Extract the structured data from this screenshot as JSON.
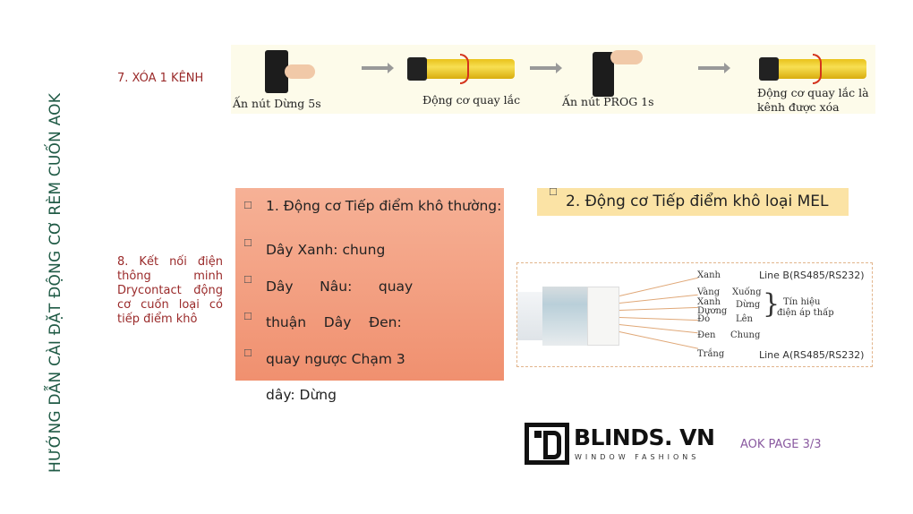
{
  "side_title": "HƯỚNG DẪN CÀI ĐẶT ĐỘNG CƠ RÈM CUỐN AOK",
  "section7": {
    "label": "7. XÓA 1 KÊNH",
    "steps": [
      "Ấn nút Dừng 5s",
      "Động cơ quay lắc",
      "Ấn nút PROG 1s",
      "Động cơ quay lắc là",
      "kênh được xóa"
    ]
  },
  "section8": {
    "label": "8. Kết nối điện thông minh Drycontact động cơ cuốn loại có tiếp điểm khô",
    "box1": {
      "checkbox": "",
      "lines": [
        "1. Động cơ Tiếp điểm khô thường:",
        "Dây Xanh: chung",
        "Dây      Nâu:      quay",
        "thuận    Dây    Đen:",
        "quay ngược Chạm 3",
        "dây: Dừng"
      ]
    },
    "box2": {
      "checkbox": "",
      "title": "2. Động cơ Tiếp điểm khô loại MEL"
    },
    "diagram": {
      "wires": [
        "Xanh",
        "Vàng",
        "Xanh",
        "Dương",
        "Đỏ",
        "Đen",
        "Trắng"
      ],
      "functions": [
        "Xuống",
        "Dừng",
        "Lên",
        "Chung"
      ],
      "signal": [
        "Tín hiệu",
        "điện áp thấp"
      ],
      "line_b": "Line B(RS485/RS232)",
      "line_a": "Line A(RS485/RS232)"
    }
  },
  "footer": {
    "logo": "BLINDS. VN",
    "logo_sub": "WINDOW FASHIONS",
    "page": "AOK PAGE 3/3"
  }
}
